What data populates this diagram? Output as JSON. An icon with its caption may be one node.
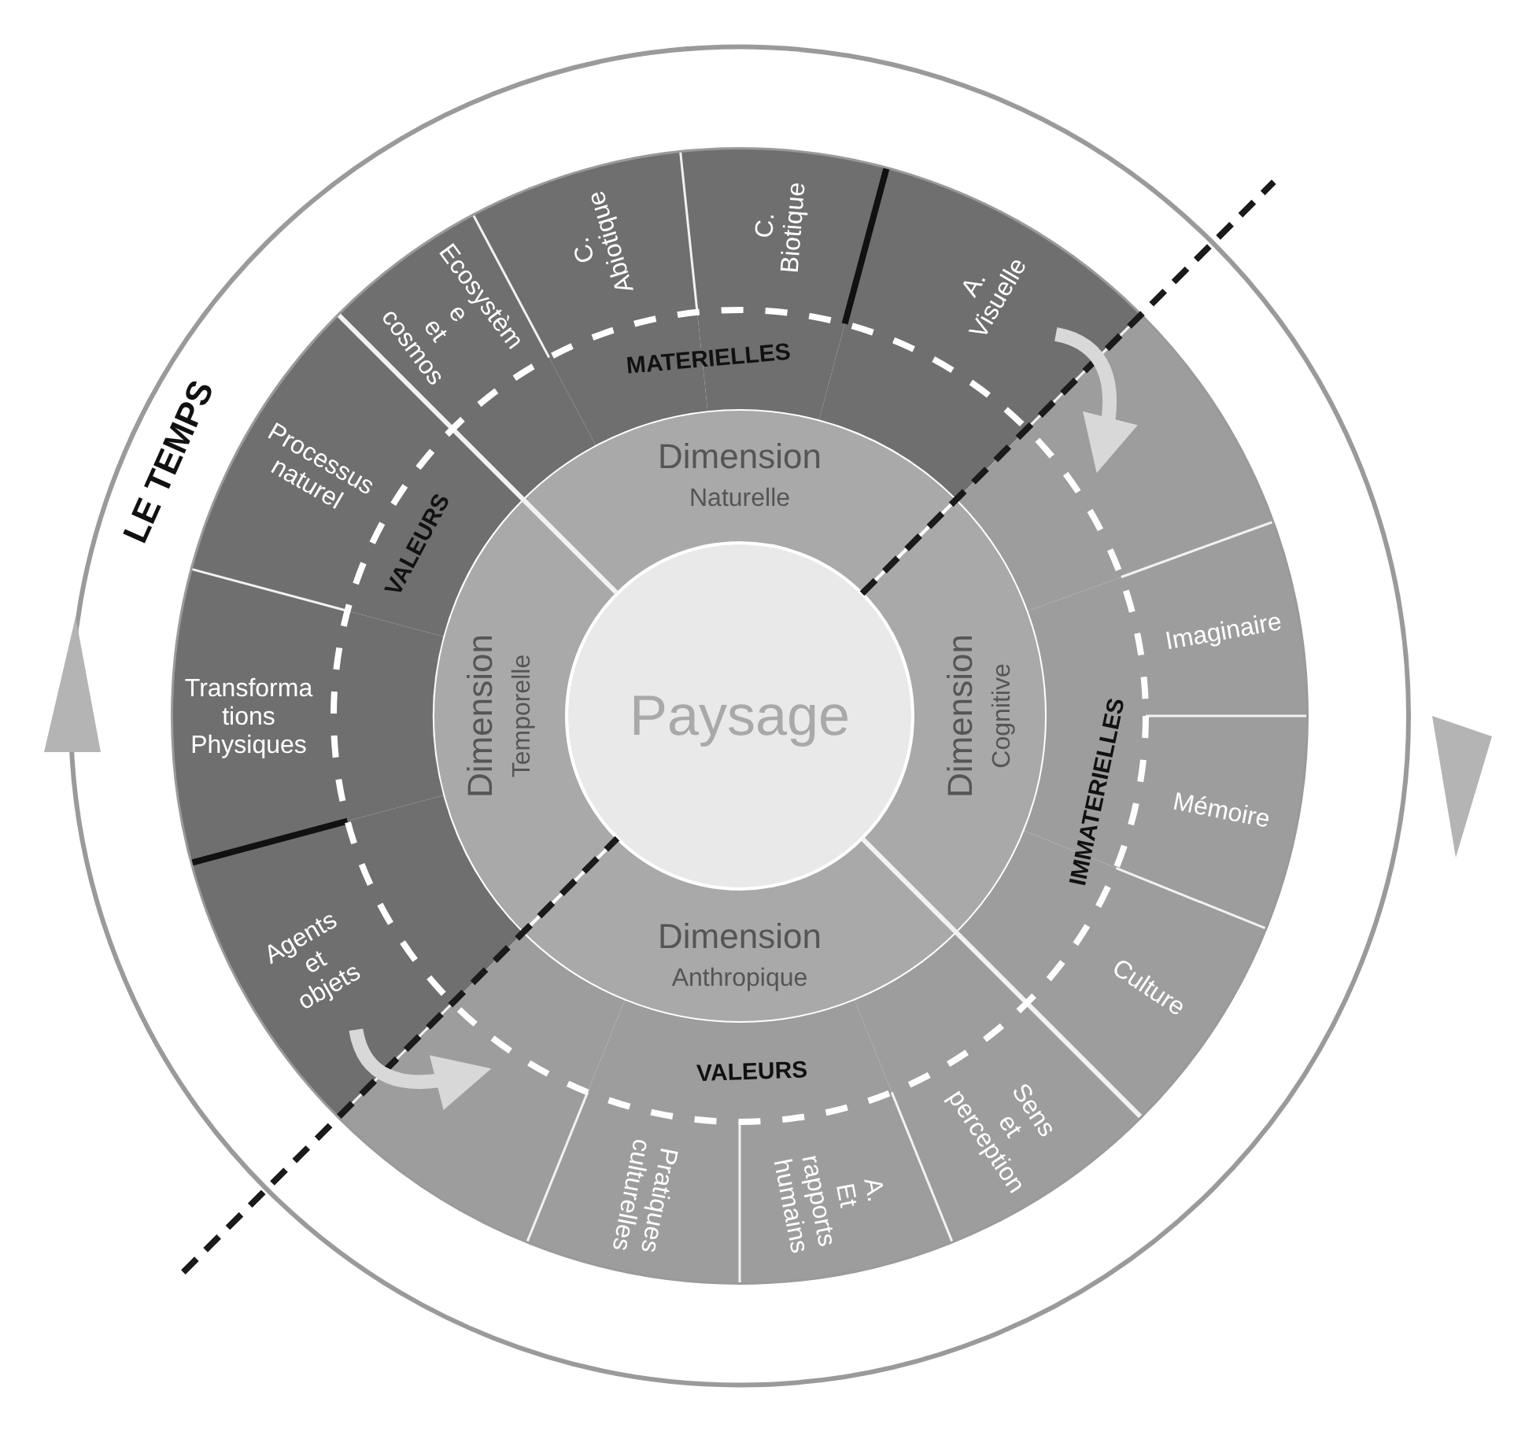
{
  "diagram": {
    "nodes": [
      {
        "text": [
          "LE TEMPS"
        ]
      },
      {
        "text": [
          "Paysage"
        ]
      },
      {
        "text": [
          "Dimension",
          "Naturelle"
        ]
      },
      {
        "text": [
          "Dimension",
          "Cognitive"
        ]
      },
      {
        "text": [
          "Dimension",
          "Anthropique"
        ]
      },
      {
        "text": [
          "Dimension",
          "Temporelle"
        ]
      },
      {
        "text": [
          "Ecosystèm e et cosmos"
        ]
      },
      {
        "text": [
          "C. Abiotique"
        ]
      },
      {
        "text": [
          "C. Biotique"
        ]
      },
      {
        "text": [
          "A. Visuelle"
        ]
      },
      {
        "text": [],
        "shape": "box"
      },
      {
        "text": [
          "Imaginaire"
        ]
      },
      {
        "text": [
          "Mémoire"
        ]
      },
      {
        "text": [
          "Culture"
        ]
      },
      {
        "text": [
          "Sens et perception"
        ]
      },
      {
        "text": [
          "A. Et rapports humains"
        ]
      },
      {
        "text": [
          "Pratiques culturelles"
        ]
      },
      {
        "text": [],
        "shape": "box"
      },
      {
        "text": [
          "Agents et objets"
        ]
      },
      {
        "text": [
          "Transforma tions Physiques"
        ]
      },
      {
        "text": [
          "Processus naturel"
        ]
      }
    ],
    "edges": [
      {
        "from": 9,
        "to": 10,
        "arrow": "to"
      },
      {
        "from": 18,
        "to": 17,
        "arrow": "to"
      }
    ],
    "labels": [
      "MATERIELLES",
      "VALEURS",
      "IMMATERIELLES",
      "VALEURS"
    ]
  }
}
